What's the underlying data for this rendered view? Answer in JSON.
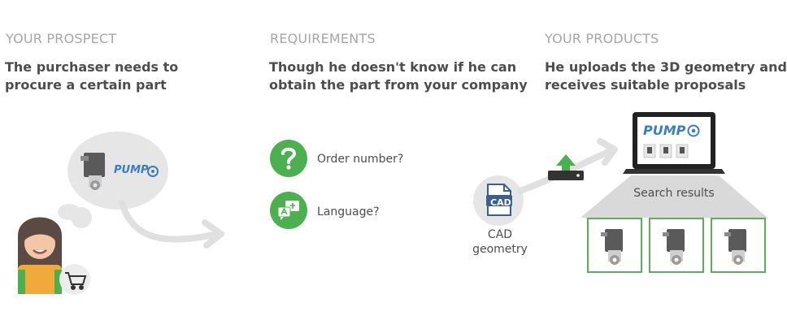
{
  "columns": [
    {
      "heading": "YOUR PROSPECT",
      "desc_line1": "The purchaser needs to",
      "desc_line2": "procure a certain part"
    },
    {
      "heading": "REQUIREMENTS",
      "desc_line1": "Though he doesn't know if he can",
      "desc_line2": "obtain the part from your company"
    },
    {
      "heading": "YOUR PRODUCTS",
      "desc_line1": "He uploads the 3D geometry and",
      "desc_line2": "receives suitable proposals"
    }
  ],
  "requirements": [
    {
      "label": "Order number?",
      "icon": "question-mark-icon"
    },
    {
      "label": "Language?",
      "icon": "language-icon"
    }
  ],
  "cad": {
    "badge": "CAD",
    "label_line1": "CAD",
    "label_line2": "geometry"
  },
  "logo": {
    "text": "PUMP"
  },
  "search_results": {
    "label": "Search results"
  },
  "colors": {
    "green": "#4caf50",
    "heading_gray": "#a6a6a6",
    "text_dark": "#4d4d4d",
    "logo_blue": "#3a7ec1",
    "arrow_gray": "#e0e0e0"
  }
}
